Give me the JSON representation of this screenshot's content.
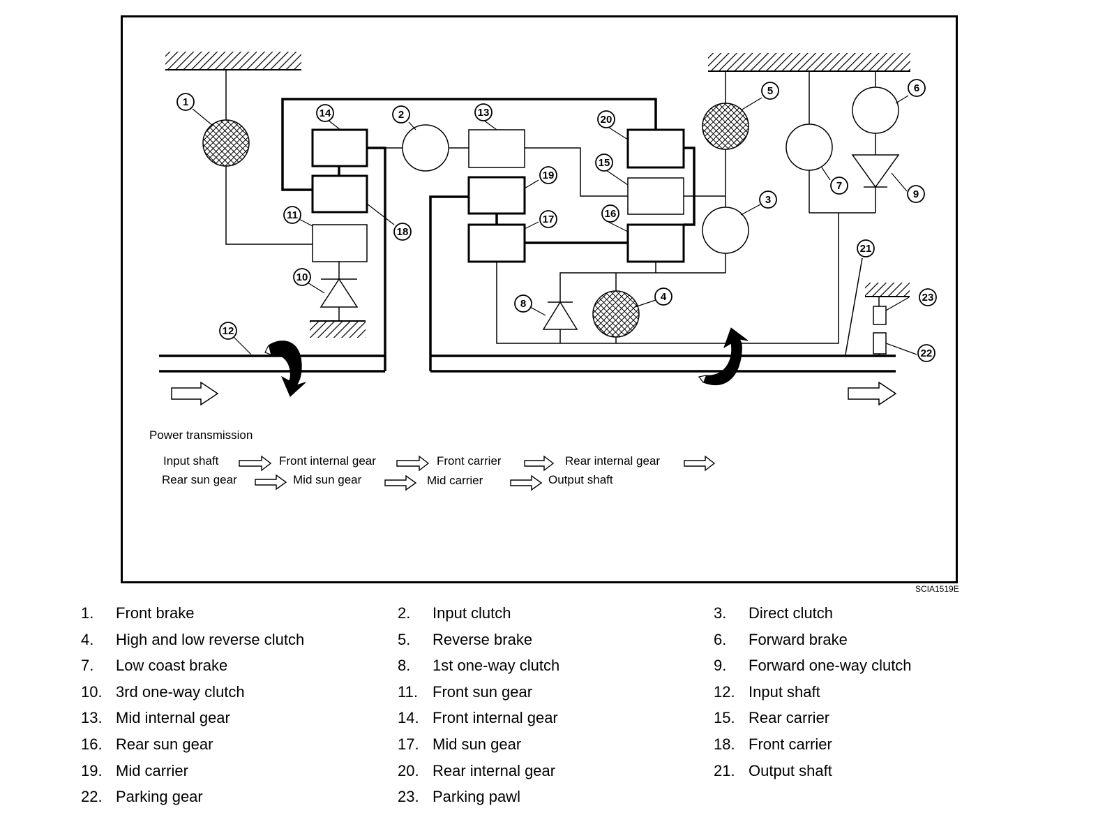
{
  "diagram": {
    "figure_code": "SCIA1519E",
    "callouts": [
      "1",
      "2",
      "3",
      "4",
      "5",
      "6",
      "7",
      "8",
      "9",
      "10",
      "11",
      "12",
      "13",
      "14",
      "15",
      "16",
      "17",
      "18",
      "19",
      "20",
      "21",
      "22",
      "23"
    ],
    "power_transmission": {
      "title": "Power transmission",
      "row1": [
        "Input shaft",
        "Front internal gear",
        "Front carrier",
        "Rear internal gear"
      ],
      "row2": [
        "Rear sun gear",
        "Mid sun gear",
        "Mid carrier",
        "Output shaft"
      ]
    }
  },
  "legend": [
    {
      "num": "1.",
      "label": "Front brake"
    },
    {
      "num": "2.",
      "label": "Input clutch"
    },
    {
      "num": "3.",
      "label": "Direct clutch"
    },
    {
      "num": "4.",
      "label": "High and low reverse clutch"
    },
    {
      "num": "5.",
      "label": "Reverse brake"
    },
    {
      "num": "6.",
      "label": "Forward brake"
    },
    {
      "num": "7.",
      "label": "Low coast brake"
    },
    {
      "num": "8.",
      "label": "1st one-way clutch"
    },
    {
      "num": "9.",
      "label": "Forward one-way clutch"
    },
    {
      "num": "10.",
      "label": "3rd one-way clutch"
    },
    {
      "num": "11.",
      "label": "Front sun gear"
    },
    {
      "num": "12.",
      "label": "Input shaft"
    },
    {
      "num": "13.",
      "label": "Mid internal gear"
    },
    {
      "num": "14.",
      "label": "Front internal gear"
    },
    {
      "num": "15.",
      "label": "Rear carrier"
    },
    {
      "num": "16.",
      "label": "Rear sun gear"
    },
    {
      "num": "17.",
      "label": "Mid sun gear"
    },
    {
      "num": "18.",
      "label": "Front carrier"
    },
    {
      "num": "19.",
      "label": "Mid carrier"
    },
    {
      "num": "20.",
      "label": "Rear internal gear"
    },
    {
      "num": "21.",
      "label": "Output shaft"
    },
    {
      "num": "22.",
      "label": "Parking gear"
    },
    {
      "num": "23.",
      "label": "Parking pawl"
    }
  ]
}
